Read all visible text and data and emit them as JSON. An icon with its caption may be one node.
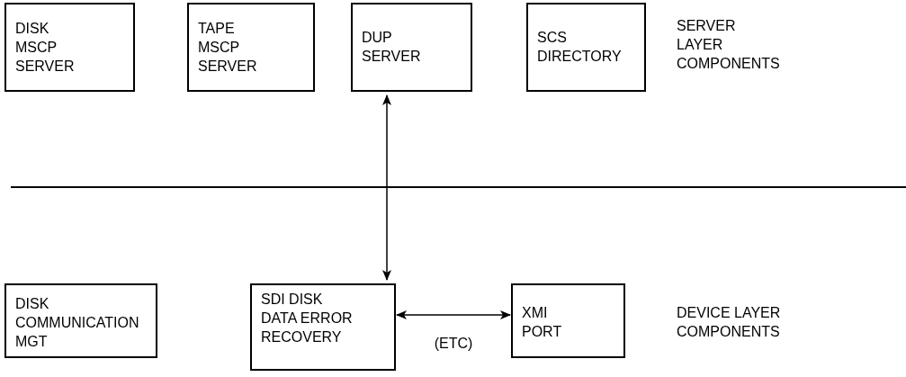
{
  "diagram": {
    "nodes": [
      {
        "text": [
          "DISK MSCP SERVER"
        ]
      },
      {
        "text": [
          "TAPE MSCP SERVER"
        ]
      },
      {
        "text": [
          "DUP SERVER"
        ]
      },
      {
        "text": [
          "SCS DIRECTORY"
        ]
      },
      {
        "text": [
          "DISK COMMUNICATION MGT"
        ]
      },
      {
        "text": [
          "SDI DISK DATA ERROR RECOVERY"
        ]
      },
      {
        "text": [
          "XMI PORT"
        ]
      }
    ],
    "edges": [
      {
        "from": 2,
        "to": 5,
        "arrow": "both"
      },
      {
        "from": 5,
        "to": 6,
        "arrow": "both",
        "label": "(ETC)"
      }
    ],
    "labels": [
      "SERVER LAYER COMPONENTS",
      "DEVICE LAYER COMPONENTS"
    ]
  }
}
